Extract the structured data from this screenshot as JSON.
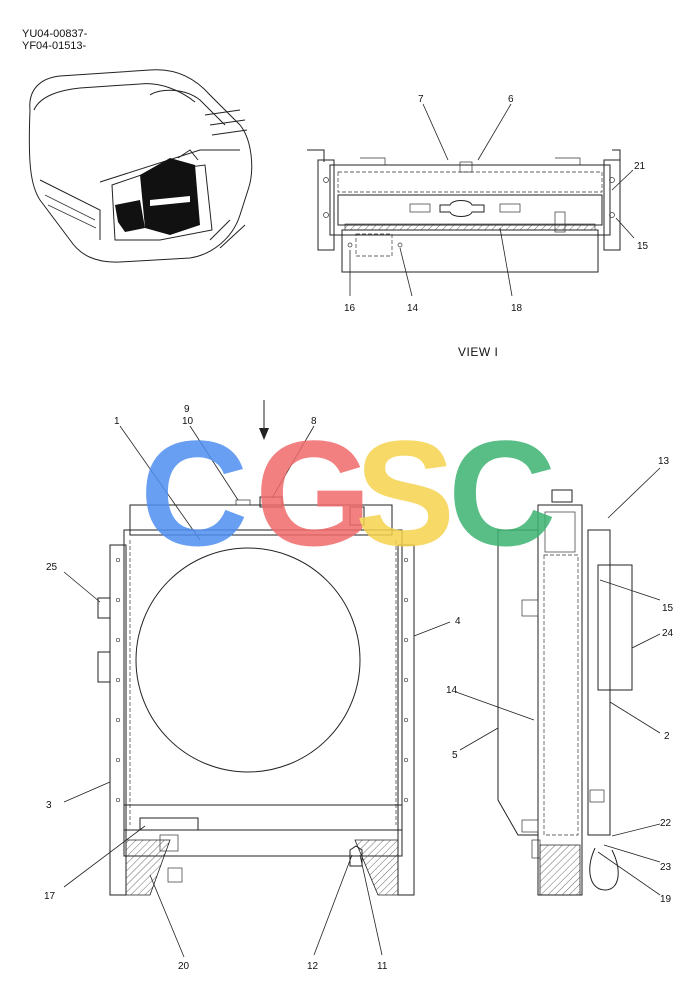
{
  "header": {
    "serial_1": "YU04-00837-",
    "serial_2": "YF04-01513-"
  },
  "view_label": "VIEW I",
  "watermark": {
    "letters": [
      "C",
      "G",
      "S",
      "C"
    ],
    "colors": [
      "#4f8ff0",
      "#f06b6b",
      "#f5d34d",
      "#3cb371"
    ]
  },
  "callouts": {
    "c1": "1",
    "c2": "2",
    "c3": "3",
    "c4": "4",
    "c5": "5",
    "c6": "6",
    "c7": "7",
    "c8": "8",
    "c9": "9",
    "c10": "10",
    "c11": "11",
    "c12": "12",
    "c13": "13",
    "c14_top": "14",
    "c14_side": "14",
    "c15_top": "15",
    "c15_side": "15",
    "c16": "16",
    "c17": "17",
    "c18": "18",
    "c19": "19",
    "c20": "20",
    "c21": "21",
    "c22": "22",
    "c23": "23",
    "c24": "24",
    "c25": "25"
  }
}
